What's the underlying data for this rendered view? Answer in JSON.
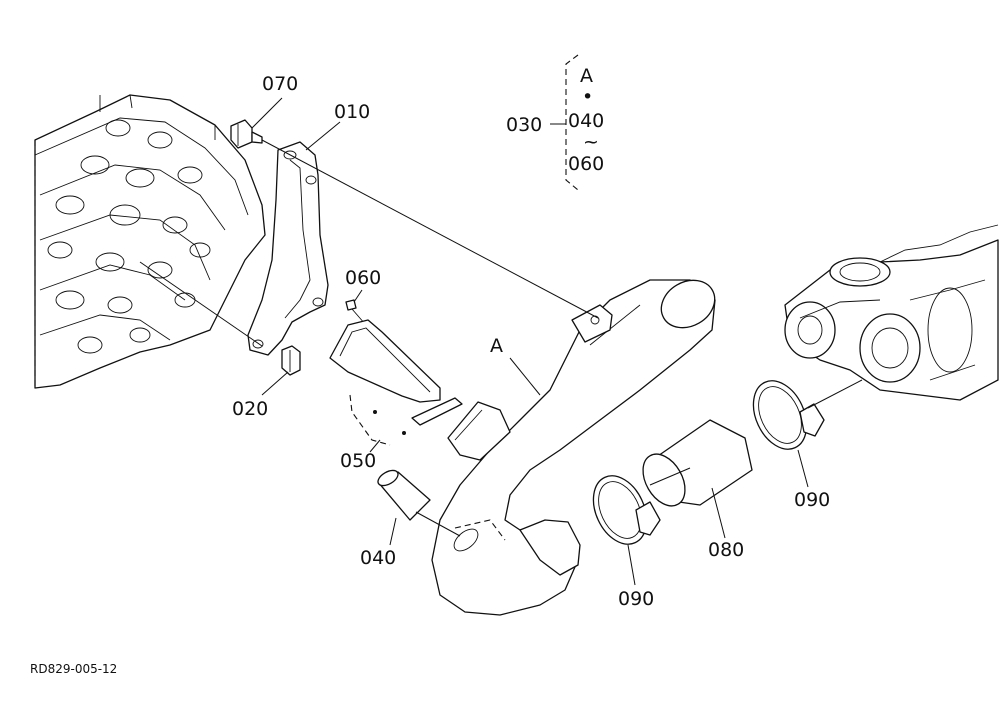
{
  "labels": {
    "p010": "010",
    "p020": "020",
    "p030": "030",
    "p040": "040",
    "p050": "050",
    "p060": "060",
    "p070": "070",
    "p080": "080",
    "p090a": "090",
    "p090b": "090",
    "callout_a": "A"
  },
  "set_legend": {
    "letter": "A",
    "dot": "•",
    "from": "040",
    "range_mark": "~",
    "to": "060"
  },
  "footer": {
    "drawing_code": "RD829-005-12"
  }
}
